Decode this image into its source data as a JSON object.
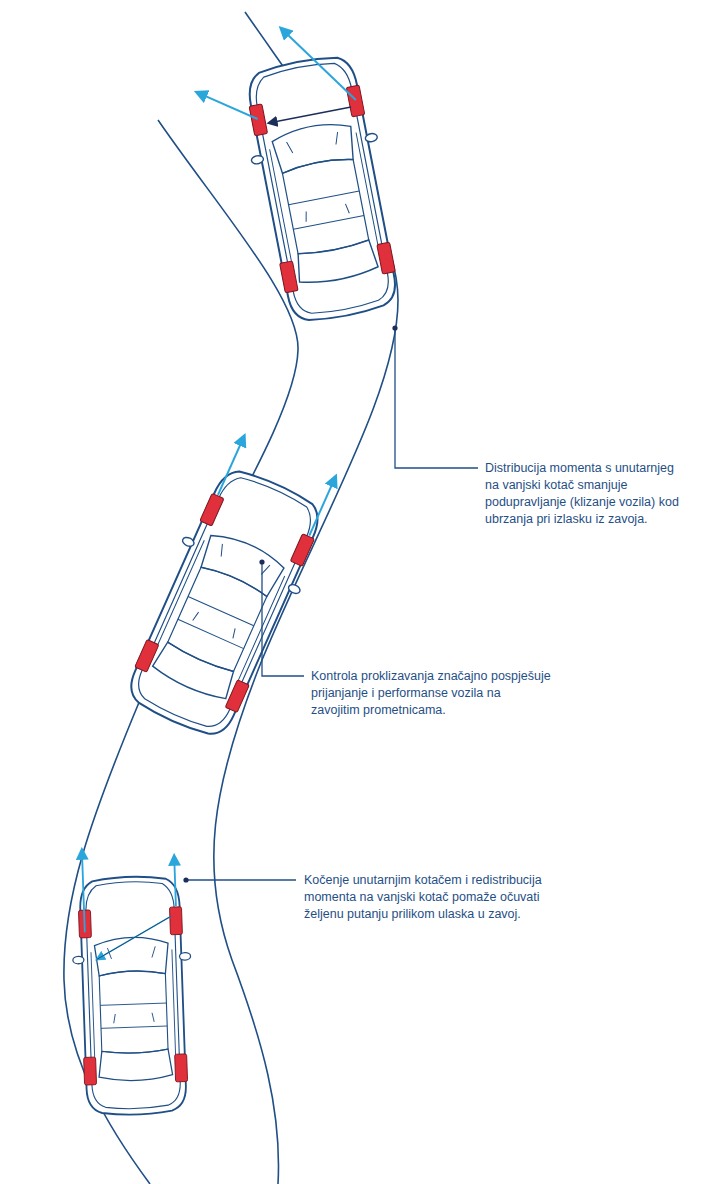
{
  "diagram": {
    "labels": [
      "Distribucija momenta s unutarnjeg na vanjski kotač smanjuje podupravljanje (klizanje vozila) kod ubrzanja pri izlasku iz zavoja.",
      "Kontrola proklizavanja značajno pospješuje prijanjanje i performanse vozila na zavojitim prometnicama.",
      "Kočenje unutarnjim kotačem i redistribucija momenta na vanjski kotač pomaže očuvati željenu putanju prilikom ulaska u zavoj."
    ]
  }
}
